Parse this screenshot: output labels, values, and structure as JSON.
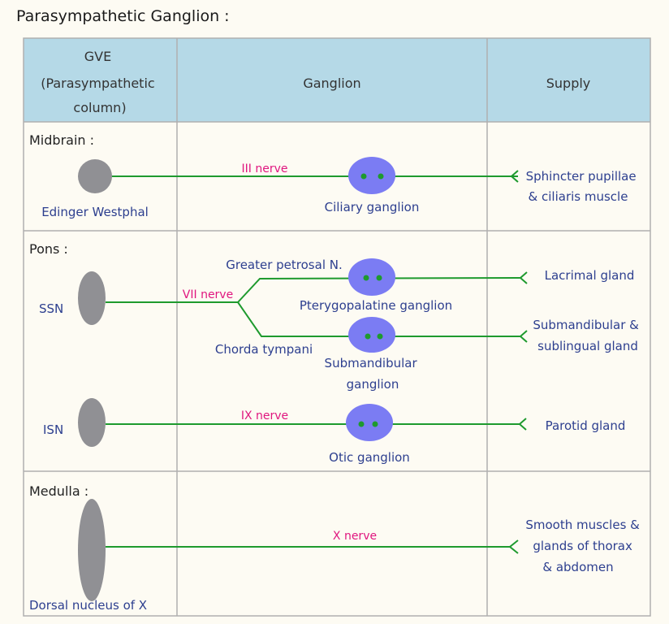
{
  "title": "Parasympathetic Ganglion :",
  "header": {
    "col1": [
      "GVE",
      "(Parasympathetic",
      "column)"
    ],
    "col2": "Ganglion",
    "col3": "Supply"
  },
  "sections": {
    "midbrain": "Midbrain :",
    "pons": "Pons :",
    "medulla": "Medulla :"
  },
  "nuclei": {
    "edinger": "Edinger Westphal",
    "ssn": "SSN",
    "isn": "ISN",
    "dorsal": "Dorsal nucleus of X"
  },
  "nerves": {
    "iii": "III nerve",
    "vii": "VII nerve",
    "greater_petrosal": "Greater petrosal N.",
    "chorda": "Chorda tympani",
    "ix": "IX nerve",
    "x": "X nerve"
  },
  "ganglia": {
    "ciliary": "Ciliary ganglion",
    "pterygopalatine": "Pterygopalatine ganglion",
    "submandibular": [
      "Submandibular",
      "ganglion"
    ],
    "otic": "Otic ganglion"
  },
  "supply": {
    "sphincter": [
      "Sphincter pupillae",
      "& ciliaris muscle"
    ],
    "lacrimal": "Lacrimal gland",
    "submandibular": [
      "Submandibular &",
      "sublingual gland"
    ],
    "parotid": "Parotid gland",
    "smooth": [
      "Smooth muscles &",
      "glands of thorax",
      "& abdomen"
    ]
  },
  "colors": {
    "header_bg": "#b5d9e7",
    "grid": "#b0b0b0",
    "nucleus": "#909094",
    "ganglion": "#7b7cf3",
    "nerve": "#1e9a2e",
    "label_blue": "#2d3f8f",
    "label_pink": "#e0167f"
  }
}
